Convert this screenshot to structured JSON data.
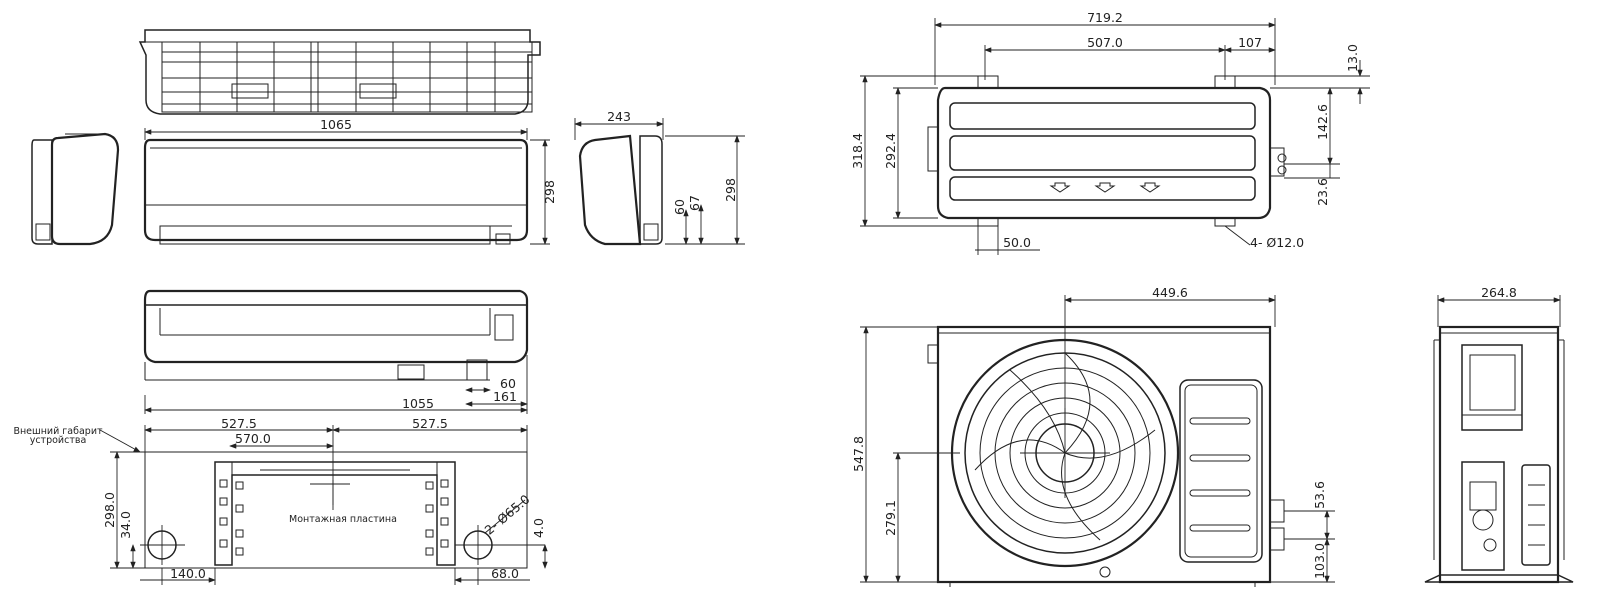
{
  "indoor": {
    "front_width": "1065",
    "front_height": "298",
    "side_depth": "243",
    "side_height": "298",
    "side_dim_60": "60",
    "side_dim_67": "67",
    "bottom_width": "1055",
    "bottom_dim_60": "60",
    "bottom_dim_161": "161"
  },
  "mounting_plate": {
    "outer_label_line1": "Внешний габарит",
    "outer_label_line2": "устройства",
    "plate_label": "Монтажная пластина",
    "left_half": "527.5",
    "right_half": "527.5",
    "center_span": "570.0",
    "height_298": "298.0",
    "height_34": "34.0",
    "hole_dia": "2- Ø65.0",
    "hole_right_offset": "4.0",
    "left_offset": "140.0",
    "right_offset": "68.0"
  },
  "outdoor_top": {
    "overall_width": "719.2",
    "foot_spacing": "507.0",
    "right_offset": "107",
    "depth_318": "318.4",
    "depth_292": "292.4",
    "dim_13": "13.0",
    "dim_142": "142.6",
    "dim_23": "23.6",
    "foot_offset": "50.0",
    "bolt_holes": "4- Ø12.0"
  },
  "outdoor_front": {
    "half_width": "449.6",
    "height": "547.8",
    "fan_center_height": "279.1",
    "valve_53": "53.6",
    "valve_103": "103.0"
  },
  "outdoor_side": {
    "depth": "264.8"
  }
}
